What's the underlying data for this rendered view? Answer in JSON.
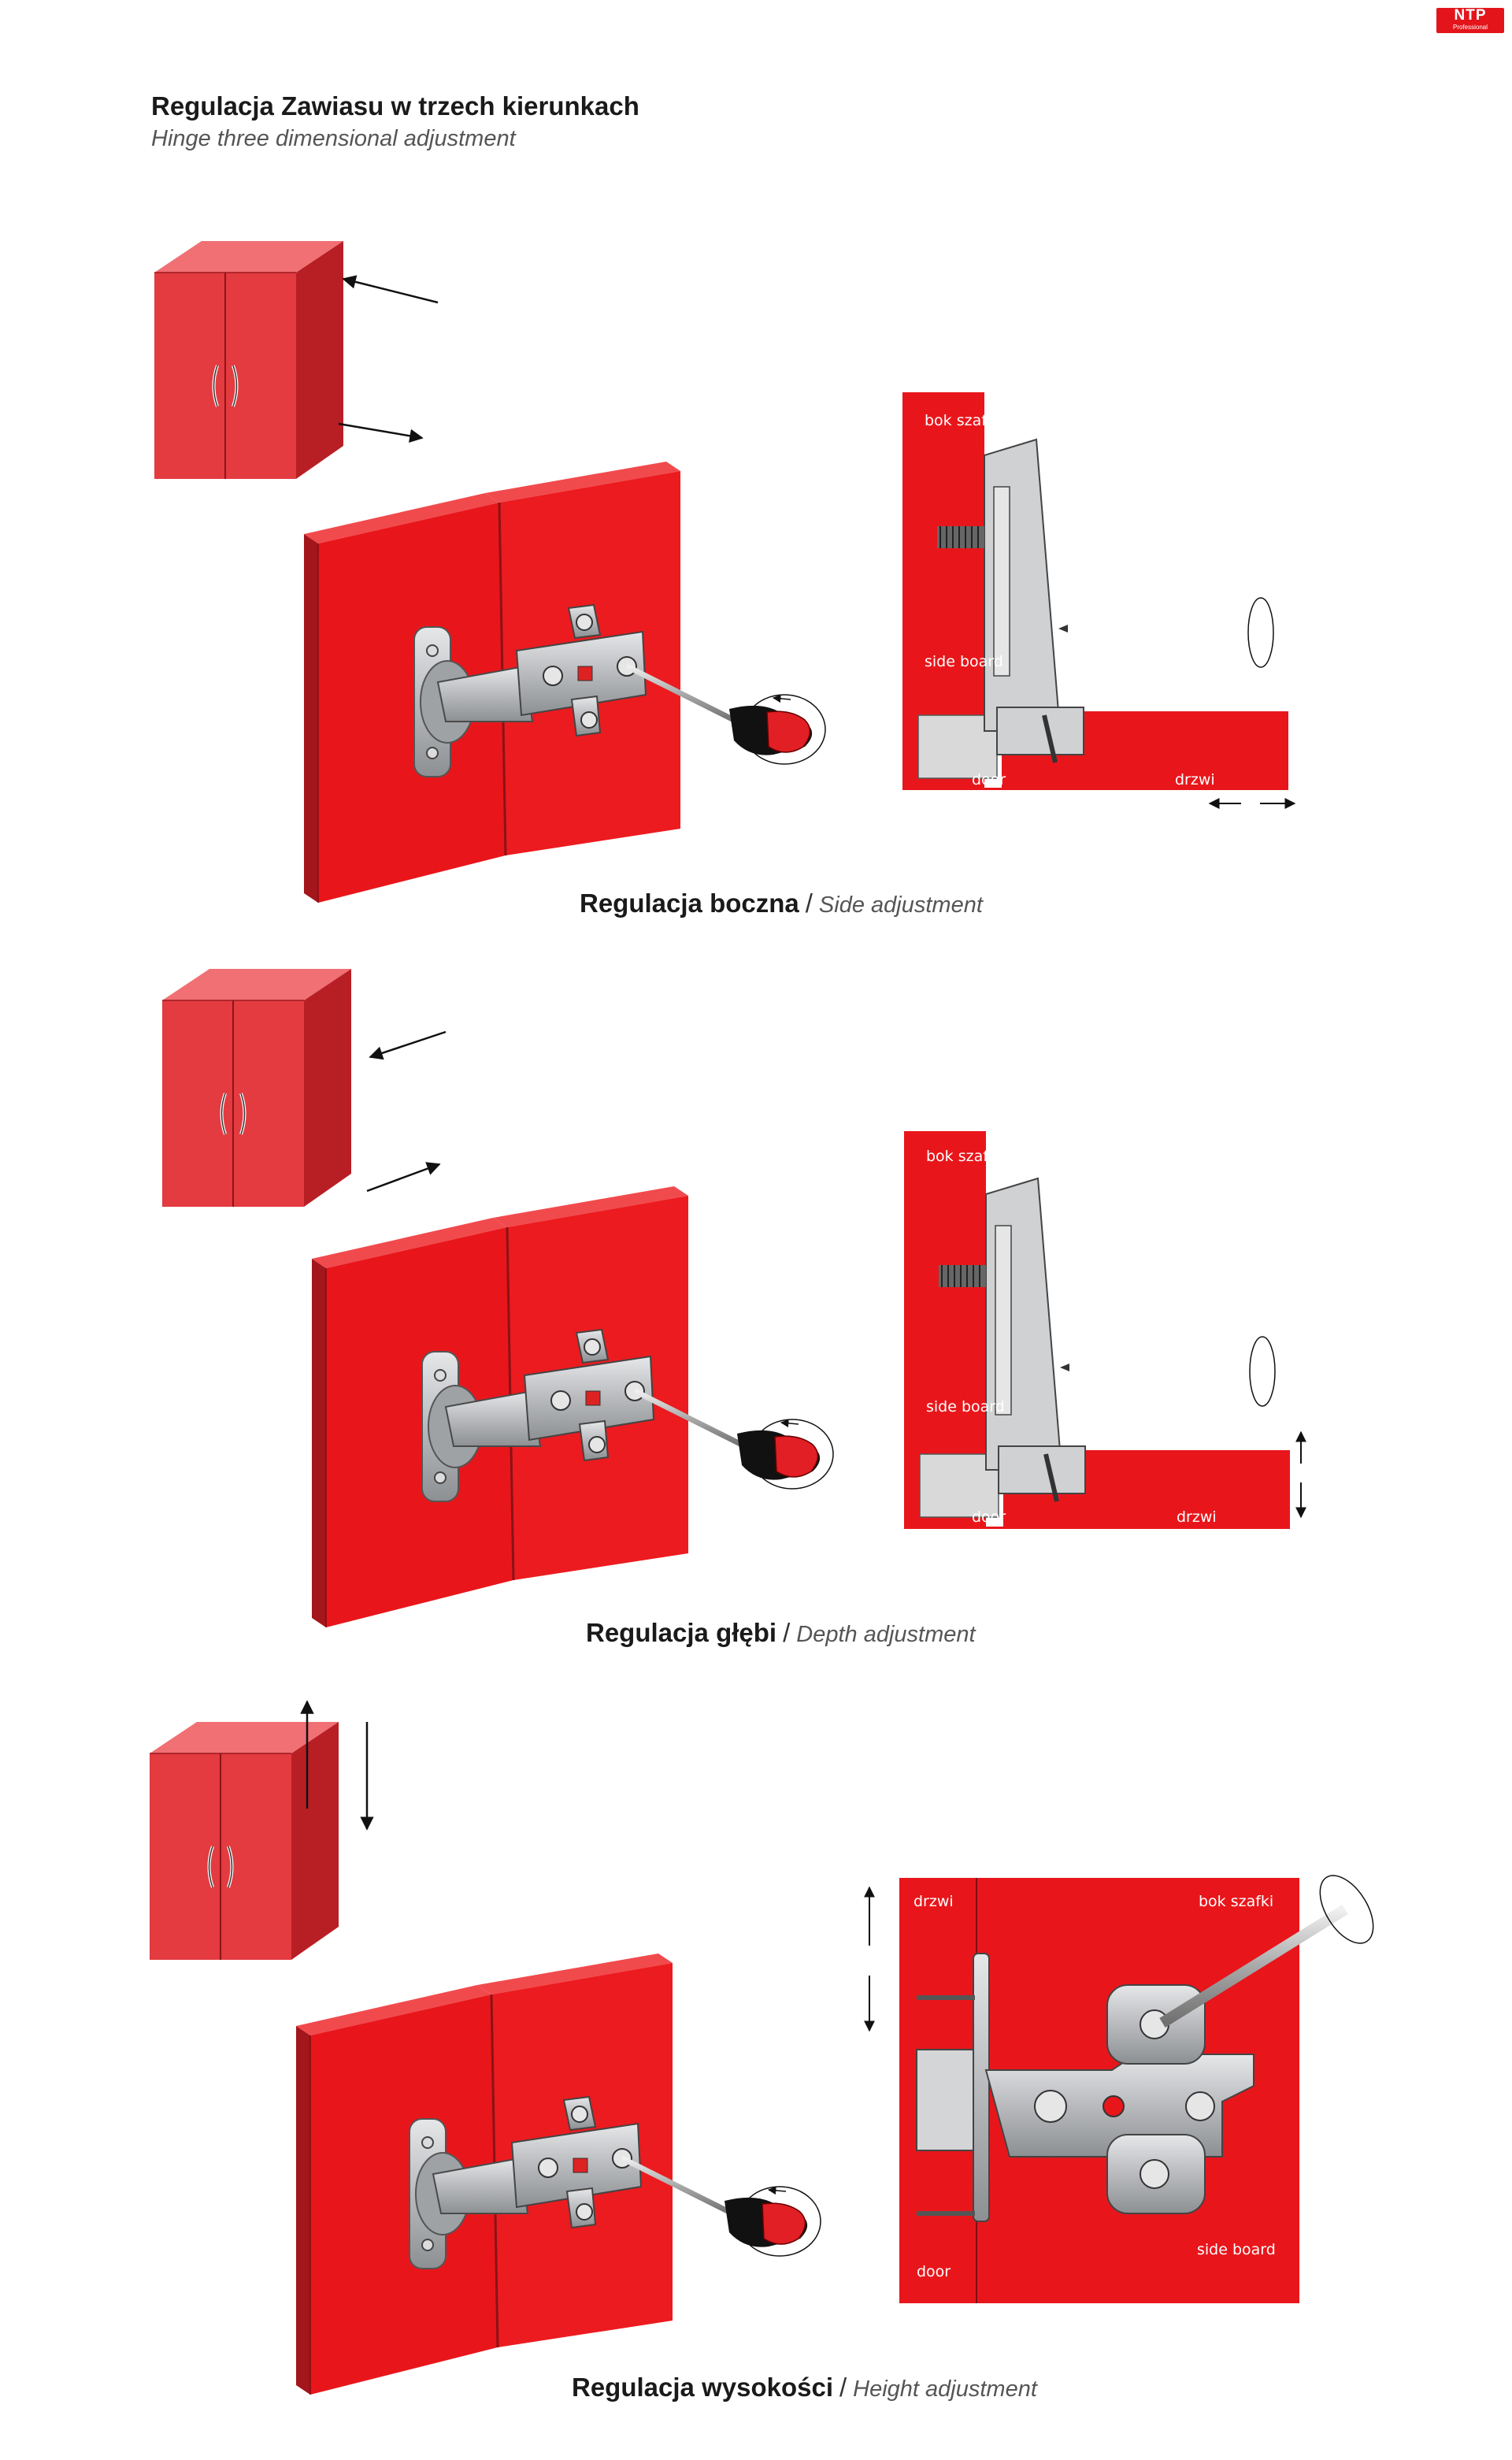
{
  "logo": {
    "text": "NTP",
    "sub": "Professional"
  },
  "header": {
    "title": "Regulacja Zawiasu w trzech kierunkach",
    "subtitle": "Hinge three dimensional adjustment"
  },
  "sections": [
    {
      "caption_pl": "Regulacja boczna",
      "separator": "/",
      "caption_en": "Side adjustment",
      "labels": {
        "side_panel_pl": "bok szafki",
        "side_board": "side board",
        "door": "door",
        "door_pl": "drzwi"
      }
    },
    {
      "caption_pl": "Regulacja głębi",
      "separator": "/",
      "caption_en": "Depth adjustment",
      "labels": {
        "side_panel_pl": "bok szafki",
        "side_board": "side board",
        "door": "door",
        "door_pl": "drzwi"
      }
    },
    {
      "caption_pl": "Regulacja wysokości",
      "separator": "/",
      "caption_en": "Height adjustment",
      "labels": {
        "door_pl": "drzwi",
        "side_panel_pl": "bok szafki",
        "side_board": "side board",
        "door": "door"
      }
    }
  ],
  "colors": {
    "panel_red": "#e8161b",
    "cabinet_red": "#e23a3f",
    "hinge_steel": "#bfc1c4",
    "brand_red": "#e3151b"
  },
  "icons": [
    "cabinet-illustration",
    "hinge-illustration",
    "screwdriver-icon",
    "rotation-arrow-icon",
    "direction-arrow-icon"
  ]
}
